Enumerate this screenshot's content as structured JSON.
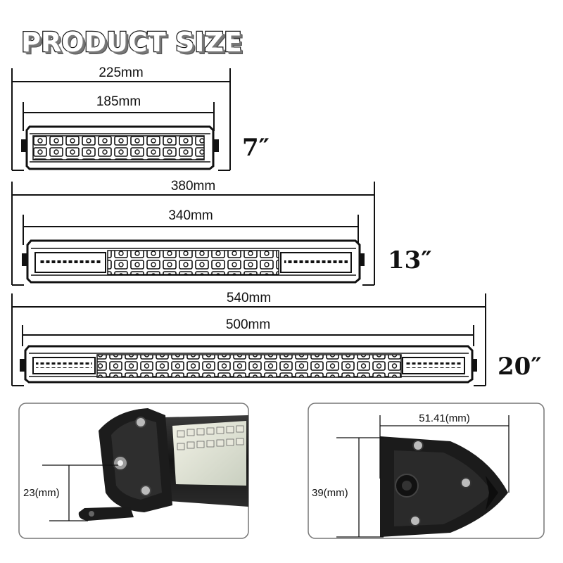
{
  "title": "PRODUCT SIZE",
  "bars": [
    {
      "total": "225mm",
      "inner": "185mm",
      "size": "7″"
    },
    {
      "total": "380mm",
      "inner": "340mm",
      "size": "13″"
    },
    {
      "total": "540mm",
      "inner": "500mm",
      "size": "20″"
    }
  ],
  "details": {
    "bracket_height": "23(mm)",
    "end_width": "51.41(mm)",
    "end_height": "39(mm)"
  }
}
